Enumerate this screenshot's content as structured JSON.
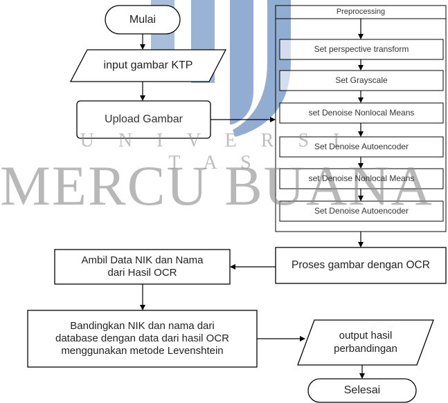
{
  "watermark": {
    "line1": "U N I V E R S I T A S",
    "line2": "MERCU BUANA",
    "color": "#8a8a8a"
  },
  "preprocessing": {
    "title": "Preprocessing",
    "steps": [
      "Set perspective transform",
      "Set Grayscale",
      "set Denoise Nonlocal Means",
      "Set Denoise Autoencoder",
      "set Denoise Nonlocal Means",
      "Set Denoise Autoencoder"
    ]
  },
  "nodes": {
    "start": "Mulai",
    "input": "input gambar KTP",
    "upload": "Upload Gambar",
    "ocr": "Proses gambar dengan OCR",
    "extract": "Ambil Data NIK dan Nama\ndari Hasil OCR",
    "compare": "Bandingkan NIK dan nama dari\ndatabase dengan data dari hasil OCR\nmenggunakan metode Levenshtein",
    "output": "output hasil\nperbandingan",
    "end": "Selesai"
  },
  "colors": {
    "stroke": "#000000",
    "logo_blue": "#2f62a8"
  }
}
